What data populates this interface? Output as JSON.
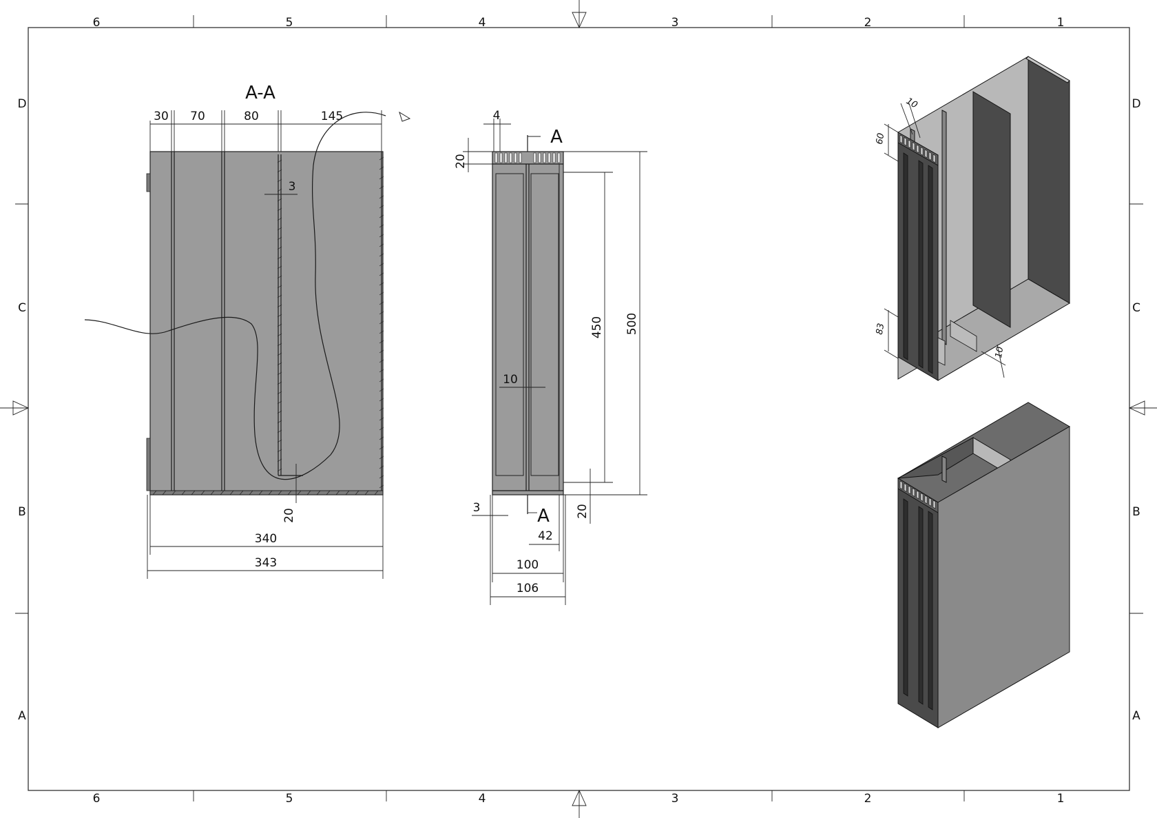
{
  "frame": {
    "cols": [
      "6",
      "5",
      "4",
      "3",
      "2",
      "1"
    ],
    "rows": [
      "D",
      "C",
      "B",
      "A"
    ]
  },
  "section_view": {
    "title": "A-A",
    "dims": {
      "d30": "30",
      "d70": "70",
      "d80": "80",
      "d145": "145",
      "d3": "3",
      "d20": "20",
      "d340": "340",
      "d343": "343"
    }
  },
  "side_view": {
    "cut_label_top": "A",
    "cut_label_bottom": "A",
    "dims": {
      "d4": "4",
      "d20_top": "20",
      "d450": "450",
      "d500": "500",
      "d10": "10",
      "d3": "3",
      "d42": "42",
      "d20_bottom": "20",
      "d100": "100",
      "d106": "106"
    }
  },
  "iso_view": {
    "dims": {
      "d10_top": "10",
      "d60": "60",
      "d83": "83",
      "d10_bottom": "10"
    }
  },
  "colors": {
    "sheet": "#9b9b9b",
    "dark": "#4a4a4a",
    "line": "#1a1a1a"
  }
}
